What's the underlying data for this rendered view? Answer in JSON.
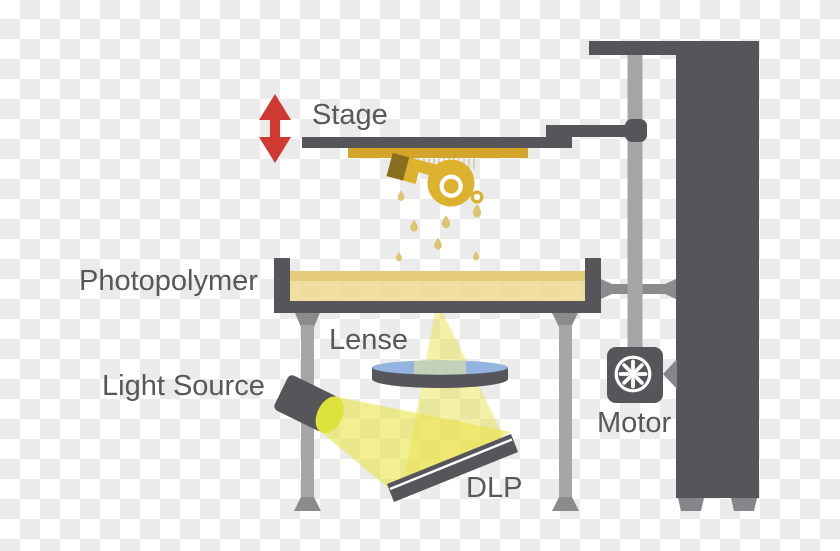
{
  "diagram": {
    "labels": {
      "stage": "Stage",
      "photopolymer": "Photopolymer",
      "lense": "Lense",
      "light_source": "Light Source",
      "dlp": "DLP",
      "motor": "Motor"
    },
    "icons": {
      "up_down_arrow": "up-down-arrow-icon",
      "motor_fan": "motor-fan-icon"
    },
    "colors": {
      "background_checker": "#ebebeb",
      "structure_dark_gray": "#56565a",
      "rail_light_gray": "#a5a5a8",
      "fitting_mid_gray": "#8b8b8e",
      "platform_gold": "#d3a52a",
      "object_gold": "#dcb12e",
      "object_shadow_gold": "#8a6e1f",
      "resin_yellow": "#eedc96",
      "resin_surface_yellow": "#e3c97a",
      "beam_yellow": "#e9e54b",
      "lamp_face_yellow": "#dde23d",
      "lens_blue": "#92b4df",
      "arrow_red": "#d13a32",
      "label_gray": "#57585a"
    }
  }
}
